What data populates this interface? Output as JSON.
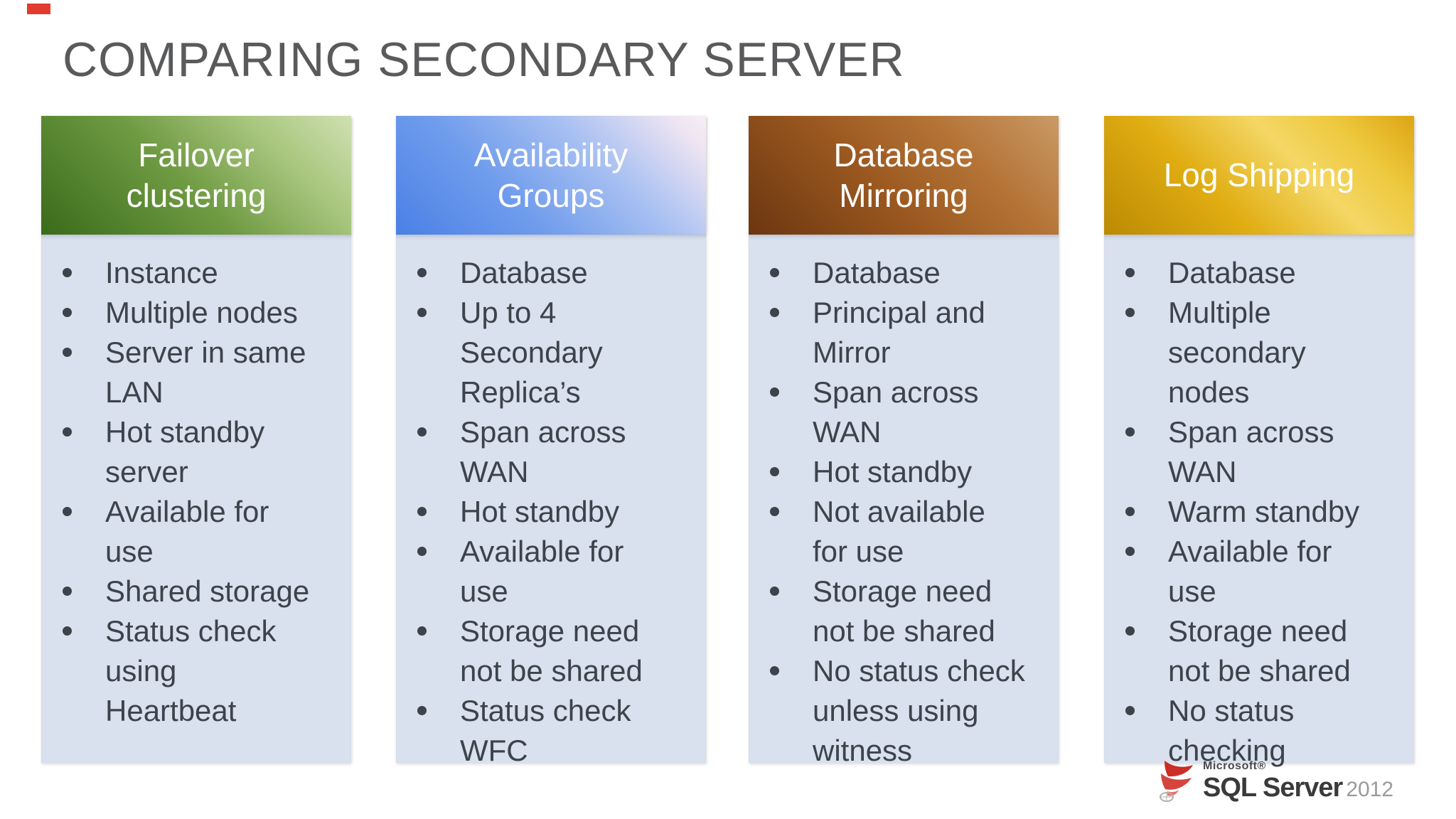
{
  "slide": {
    "title": "COMPARING SECONDARY SERVER"
  },
  "columns": [
    {
      "id": "failover-clustering",
      "header": "Failover\nclustering",
      "items": [
        "Instance",
        "Multiple nodes",
        "Server in same\nLAN",
        "Hot standby\nserver",
        "Available for\nuse",
        "Shared storage",
        "Status check\nusing\nHeartbeat"
      ]
    },
    {
      "id": "availability-groups",
      "header": "Availability\nGroups",
      "items": [
        "Database",
        "Up to 4\nSecondary\nReplica’s",
        "Span across\nWAN",
        "Hot standby",
        "Available for\nuse",
        "Storage need\nnot be shared",
        "Status check\nWFC"
      ]
    },
    {
      "id": "database-mirroring",
      "header": "Database\nMirroring",
      "items": [
        "Database",
        "Principal and\nMirror",
        "Span across\nWAN",
        "Hot standby",
        "Not available\nfor use",
        "Storage need\nnot be shared",
        "No status check\nunless using\nwitness"
      ]
    },
    {
      "id": "log-shipping",
      "header": "Log Shipping",
      "items": [
        "Database",
        "Multiple\nsecondary\nnodes",
        "Span across\nWAN",
        "Warm standby",
        "Available for\nuse",
        "Storage need\nnot be shared",
        "No status\nchecking"
      ]
    }
  ],
  "logo": {
    "microsoft": "Microsoft®",
    "product": "SQL Server",
    "year": "2012"
  },
  "colors": {
    "panel_bg": "#d9e0ee",
    "body_text": "#3d434b",
    "title_text": "#595a5c",
    "green_dark": "#3a6b1a",
    "green_light": "#cfe0b2",
    "blue_dark": "#4a80e6",
    "blue_light": "#f7eef5",
    "copper_dark": "#6b3610",
    "copper_light": "#c99a67",
    "gold_dark": "#bb8a03",
    "gold_light": "#f4d765",
    "logo_red": "#cc2d26",
    "corner_mark_red": "#e23c2e"
  }
}
